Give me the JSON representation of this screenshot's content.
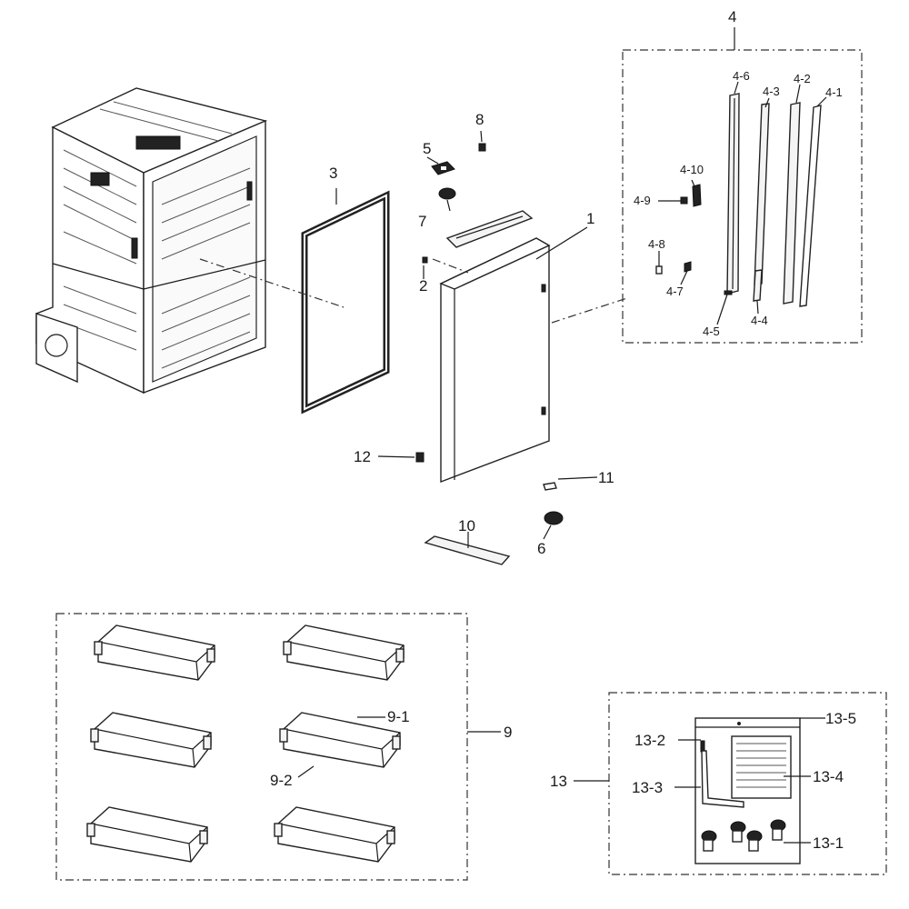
{
  "labels": {
    "p1": "1",
    "p2": "2",
    "p3": "3",
    "p4": "4",
    "p4_1": "4-1",
    "p4_2": "4-2",
    "p4_3": "4-3",
    "p4_4": "4-4",
    "p4_5": "4-5",
    "p4_6": "4-6",
    "p4_7": "4-7",
    "p4_8": "4-8",
    "p4_9": "4-9",
    "p4_10": "4-10",
    "p5": "5",
    "p6": "6",
    "p7": "7",
    "p8": "8",
    "p9": "9",
    "p9_1": "9-1",
    "p9_2": "9-2",
    "p10": "10",
    "p11": "11",
    "p12": "12",
    "p13": "13",
    "p13_1": "13-1",
    "p13_2": "13-2",
    "p13_3": "13-3",
    "p13_4": "13-4",
    "p13_5": "13-5"
  }
}
